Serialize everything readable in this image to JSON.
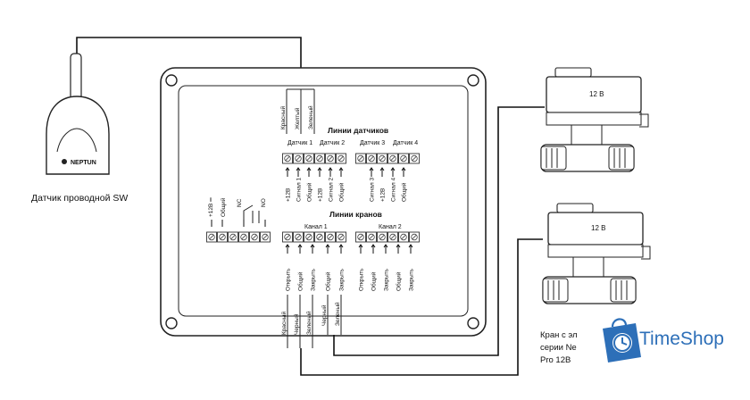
{
  "sensor": {
    "caption": "Датчик проводной SW",
    "brand": "NEPTUN"
  },
  "sensor_wires": [
    "Красный",
    "Желтый",
    "Зеленый"
  ],
  "sensor_lines": {
    "title": "Линии датчиков",
    "groups": [
      "Датчик 1",
      "Датчик 2",
      "Датчик 3",
      "Датчик 4"
    ],
    "terminals": [
      "+12В",
      "Сигнал 1",
      "Общий",
      "+12В",
      "Сигнал 2",
      "Общий",
      "Сигнал 3",
      "+12В",
      "Сигнал 4",
      "Общий"
    ]
  },
  "power": {
    "plus": "+12В ═",
    "common": "Общий",
    "nc": "NC",
    "no": "NO"
  },
  "valve_lines": {
    "title": "Линии кранов",
    "channels": [
      "Канал 1",
      "Канал 2"
    ],
    "terminals": [
      "Открыть",
      "Общий",
      "Закрыть",
      "Общий",
      "Закрыть",
      "Открыть",
      "Общий",
      "Закрыть",
      "Общий",
      "Закрыть"
    ]
  },
  "valve_wires": [
    "Красный",
    "Черный",
    "Зеленый",
    "Черный",
    "Зеленый"
  ],
  "valves": {
    "voltage_1": "12 В",
    "voltage_2": "12 В",
    "caption_line1": "Кран с эл",
    "caption_line2": "серии Ne",
    "caption_line3": "Pro 12В"
  },
  "watermark": {
    "text": "TimeShop",
    "color": "#2d6fb8"
  }
}
